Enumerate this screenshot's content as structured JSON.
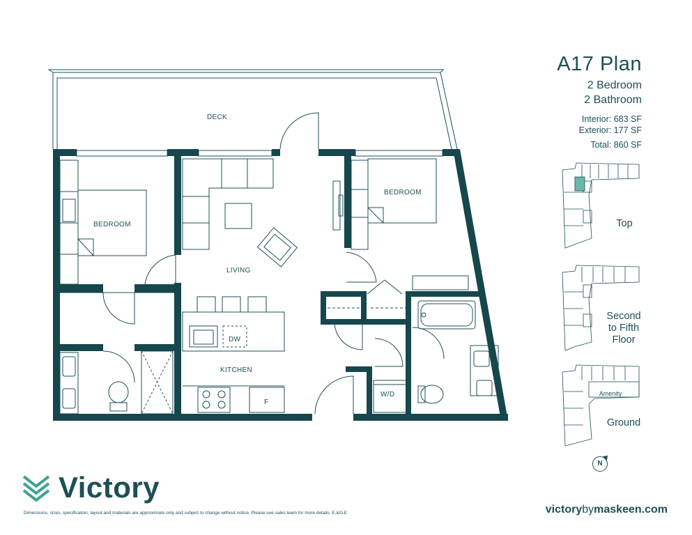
{
  "plan": {
    "title": "A17 Plan",
    "bedrooms": "2 Bedroom",
    "bathrooms": "2 Bathroom",
    "interior": "Interior: 683 SF",
    "exterior": "Exterior: 177 SF",
    "total": "Total: 860 SF"
  },
  "rooms": {
    "deck": "DECK",
    "bedroom_left": "BEDROOM",
    "bedroom_right": "BEDROOM",
    "living": "LIVING",
    "kitchen": "KITCHEN",
    "dw": "DW",
    "fridge": "F",
    "wd": "W/D"
  },
  "key_plans": {
    "top": "Top",
    "second_line1": "Second",
    "second_line2": "to Fifth",
    "second_line3": "Floor",
    "amenity": "Amenity",
    "ground": "Ground",
    "north": "N"
  },
  "brand": {
    "name": "Victory",
    "site_prefix": "victory",
    "site_middle": "by",
    "site_suffix": "maskeen.com"
  },
  "disclaimer": "Dimensions, sizes, specification, layout and materials are approximate only and subject to change without notice. Please see sales team for more details. E.&O.E.",
  "colors": {
    "wall": "#15474c",
    "line": "#1d4f55",
    "highlight": "#6ab8a8",
    "accent": "#3fa294"
  }
}
